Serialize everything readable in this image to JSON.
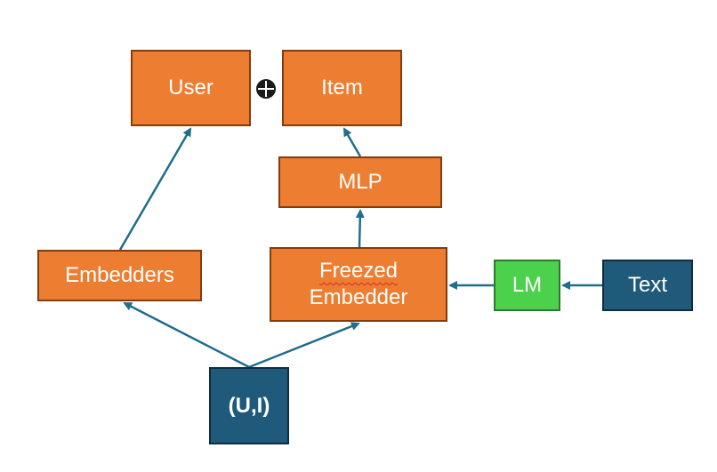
{
  "nodes": {
    "user": "User",
    "item": "Item",
    "mlp": "MLP",
    "embedders": "Embedders",
    "freezed_line1": "Freezed",
    "freezed_line2": "Embedder",
    "lm": "LM",
    "text": "Text",
    "ui": "(U,I)"
  },
  "operator_symbol": "⊕",
  "edges": [
    [
      "ui",
      "embedders"
    ],
    [
      "ui",
      "freezed_embedder"
    ],
    [
      "embedders",
      "user"
    ],
    [
      "freezed_embedder",
      "mlp"
    ],
    [
      "mlp",
      "item"
    ],
    [
      "text",
      "lm"
    ],
    [
      "lm",
      "freezed_embedder"
    ]
  ],
  "colors": {
    "node_orange": "#ED7D31",
    "node_blue": "#1F5A7A",
    "node_green": "#4CD14C",
    "arrow": "#1F6E8C"
  }
}
